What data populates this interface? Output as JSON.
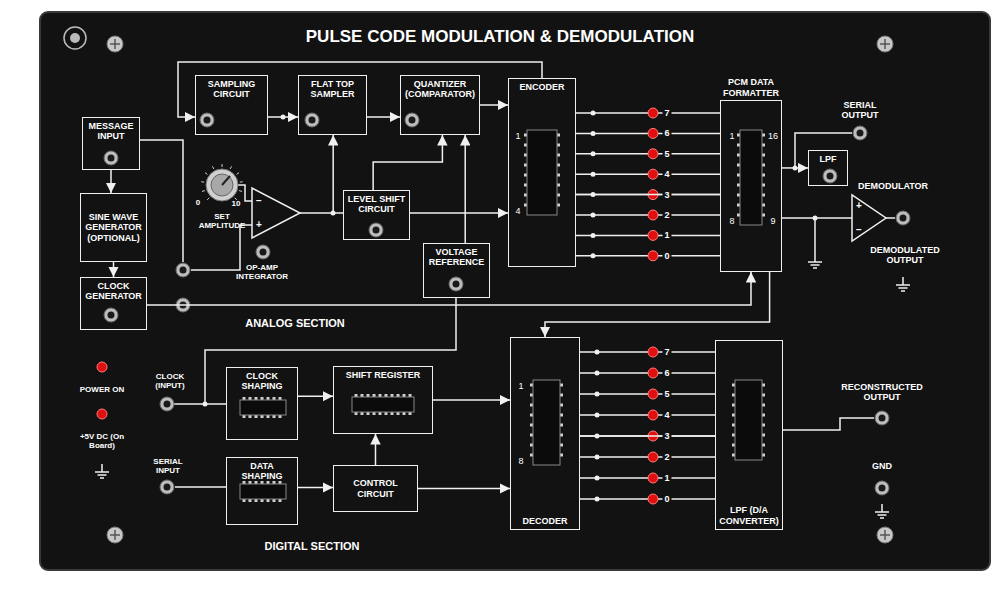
{
  "diagram": {
    "title": "PULSE CODE MODULATION & DEMODULATION",
    "nodes": [
      {
        "text": [
          "MESSAGE INPUT"
        ]
      },
      {
        "text": [
          "SINE WAVE GENERATOR (OPTIONAL)"
        ]
      },
      {
        "text": [
          "CLOCK GENERATOR"
        ]
      },
      {
        "text": [
          "SAMPLING CIRCUIT"
        ]
      },
      {
        "text": [
          "FLAT TOP SAMPLER"
        ]
      },
      {
        "text": [
          "QUANTIZER (COMPARATOR)"
        ]
      },
      {
        "text": [
          "ENCODER",
          "1",
          "4"
        ]
      },
      {
        "text": [
          "LEVEL SHIFT CIRCUIT"
        ]
      },
      {
        "text": [
          "VOLTAGE REFERENCE"
        ]
      },
      {
        "text": [
          "PCM DATA FORMATTER",
          "1",
          "16",
          "8",
          "9"
        ]
      },
      {
        "text": [
          "LPF"
        ]
      },
      {
        "text": [
          "CLOCK SHAPING"
        ]
      },
      {
        "text": [
          "SHIFT REGISTER"
        ]
      },
      {
        "text": [
          "DATA SHAPING"
        ]
      },
      {
        "text": [
          "CONTROL CIRCUIT"
        ]
      },
      {
        "text": [
          "DECODER",
          "1",
          "8"
        ]
      },
      {
        "text": [
          "LPF (D/A CONVERTER)"
        ]
      }
    ],
    "edges": [
      {
        "from": 0,
        "to": 1,
        "arrow": "to"
      },
      {
        "from": 1,
        "to": 2,
        "arrow": "to"
      },
      {
        "from": 3,
        "to": 4,
        "arrow": "to"
      },
      {
        "from": 4,
        "to": 5,
        "arrow": "to"
      },
      {
        "from": 5,
        "to": 6,
        "arrow": "to"
      },
      {
        "from": 7,
        "to": 4,
        "arrow": "to"
      },
      {
        "from": 7,
        "to": 5,
        "arrow": "to"
      },
      {
        "from": 7,
        "to": 6,
        "arrow": "to"
      },
      {
        "from": 8,
        "to": 5,
        "arrow": "to"
      },
      {
        "from": 6,
        "to": 3,
        "arrow": "to"
      },
      {
        "from": 6,
        "to": 9,
        "arrow": "none"
      },
      {
        "from": 9,
        "to": 10,
        "arrow": "to"
      },
      {
        "from": 2,
        "to": 9,
        "arrow": "to"
      },
      {
        "from": 9,
        "to": 15,
        "arrow": "to"
      },
      {
        "from": 11,
        "to": 12,
        "arrow": "to"
      },
      {
        "from": 13,
        "to": 14,
        "arrow": "to"
      },
      {
        "from": 14,
        "to": 12,
        "arrow": "to"
      },
      {
        "from": 14,
        "to": 15,
        "arrow": "to"
      },
      {
        "from": 12,
        "to": 15,
        "arrow": "to"
      },
      {
        "from": 15,
        "to": 16,
        "arrow": "none"
      }
    ],
    "labels": [
      "0",
      "10",
      "SET AMPLITUDE",
      "−",
      "+",
      "OP-AMP INTEGRATOR",
      "ANALOG SECTION",
      "7",
      "6",
      "5",
      "4",
      "3",
      "2",
      "1",
      "0",
      "SERIAL OUTPUT",
      "DEMODULATOR",
      "+",
      "−",
      "DEMODULATED OUTPUT",
      "POWER ON",
      "+5V DC (On Board)",
      "CLOCK (INPUT)",
      "SERIAL INPUT",
      "7",
      "6",
      "5",
      "4",
      "3",
      "2",
      "1",
      "0",
      "DIGITAL SECTION",
      "RECONSTRUCTED OUTPUT",
      "GND"
    ]
  }
}
